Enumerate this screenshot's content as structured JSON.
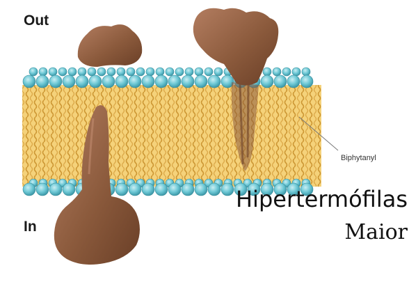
{
  "figure": {
    "out_label": "Out",
    "in_label": "In",
    "lipid_label": "Biphytanyl",
    "caption_line1": "Hipertermófilas",
    "caption_line2": "Maior"
  },
  "colors": {
    "head_group": "#6fc9d6",
    "lipid_tail": "#f0c060",
    "lipid_tail_dark": "#c8902c",
    "protein": "#8b5a3c",
    "protein_light": "#a9745a"
  }
}
